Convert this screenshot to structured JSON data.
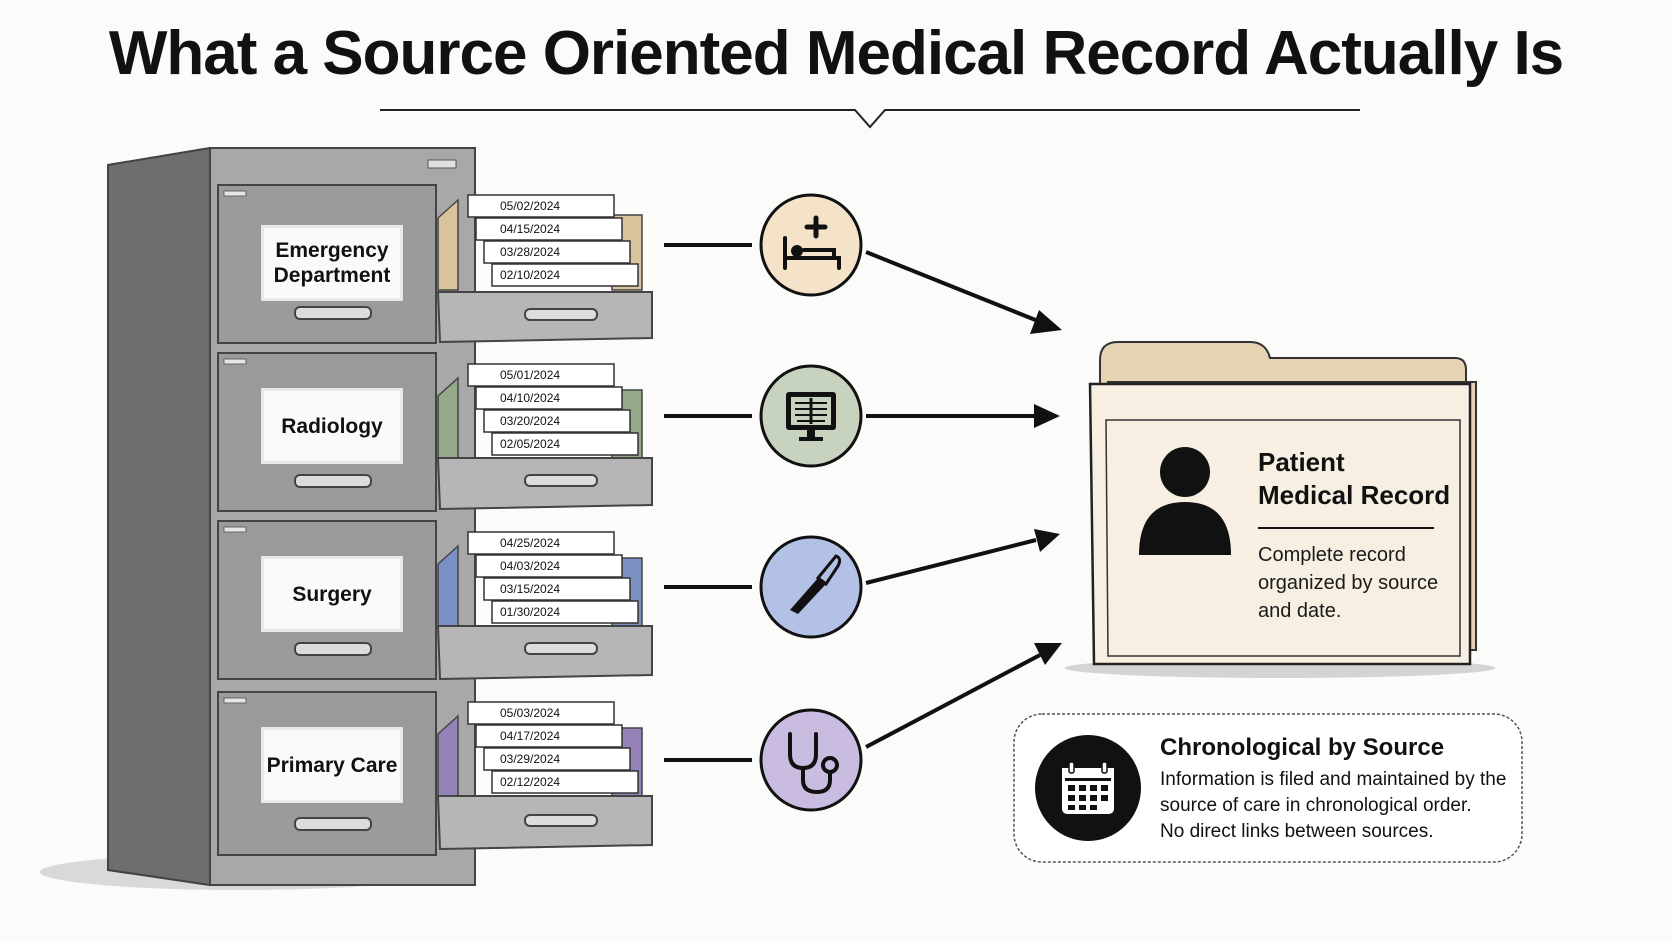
{
  "title": "What a Source Oriented Medical Record Actually Is",
  "cabinet": {
    "drawers": [
      {
        "label_line1": "Emergency",
        "label_line2": "Department",
        "dates": [
          "05/02/2024",
          "04/15/2024",
          "03/28/2024",
          "02/10/2024"
        ],
        "folder_color": "#d8c39d",
        "icon": "hospital-bed-icon",
        "icon_bg": "#f4e3c8"
      },
      {
        "label_line1": "Radiology",
        "label_line2": "",
        "dates": [
          "05/01/2024",
          "04/10/2024",
          "03/20/2024",
          "02/05/2024"
        ],
        "folder_color": "#93a987",
        "icon": "x-ray-monitor-icon",
        "icon_bg": "#c7d3bf"
      },
      {
        "label_line1": "Surgery",
        "label_line2": "",
        "dates": [
          "04/25/2024",
          "04/03/2024",
          "03/15/2024",
          "01/30/2024"
        ],
        "folder_color": "#7a8fc2",
        "icon": "scalpel-icon",
        "icon_bg": "#b3c1e6"
      },
      {
        "label_line1": "Primary Care",
        "label_line2": "",
        "dates": [
          "05/03/2024",
          "04/17/2024",
          "03/29/2024",
          "02/12/2024"
        ],
        "folder_color": "#9582b8",
        "icon": "stethoscope-icon",
        "icon_bg": "#c9bce0"
      }
    ]
  },
  "record": {
    "title_line1": "Patient",
    "title_line2": "Medical Record",
    "desc_line1": "Complete record",
    "desc_line2": "organized by source",
    "desc_line3": "and date.",
    "icon": "person-icon",
    "folder_color": "#f7efe2"
  },
  "note": {
    "title": "Chronological by Source",
    "line1": "Information is filed and maintained by the",
    "line2": "source of care in chronological order.",
    "line3": "No direct links between sources.",
    "icon": "calendar-icon"
  },
  "colors": {
    "cabinet": "#8f8f8f",
    "cabinet_dark": "#6a6a6a",
    "ink": "#111111"
  }
}
